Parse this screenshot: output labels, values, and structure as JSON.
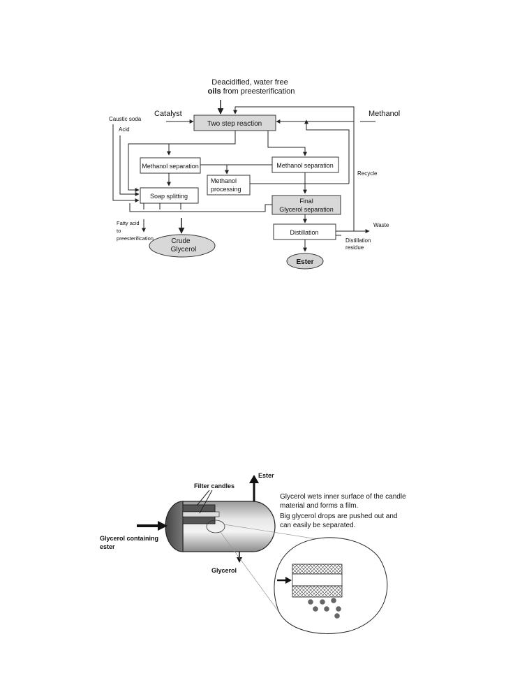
{
  "flow_diagram": {
    "input_line1": "Deacidified, water free",
    "input_bold": "oils",
    "input_rest": "from preesterification",
    "catalyst": "Catalyst",
    "methanol": "Methanol",
    "caustic_soda": "Caustic soda",
    "acid": "Acid",
    "two_step_reaction": "Two step reaction",
    "methanol_separation_left": "Methanol separation",
    "methanol_separation_right": "Methanol separation",
    "methanol_processing_1": "Methanol",
    "methanol_processing_2": "processing",
    "recycle": "Recycle",
    "soap_splitting": "Soap splitting",
    "final_sep_1": "Final",
    "final_sep_2": "Glycerol separation",
    "waste": "Waste",
    "distillation": "Distillation",
    "distillation_residue_1": "Distillation",
    "distillation_residue_2": "residue",
    "fatty_acid_1": "Fatty acid",
    "fatty_acid_2": "to",
    "fatty_acid_3": "preesterification",
    "crude_glycerol_1": "Crude",
    "crude_glycerol_2": "Glycerol",
    "ester": "Ester"
  },
  "filter_diagram": {
    "ester": "Ester",
    "filter_candles": "Filter candles",
    "description_1": "Glycerol wets inner surface of the candle",
    "description_2": "material and forms a film.",
    "description_3": "Big glycerol drops are pushed out and",
    "description_4": "can easily be separated.",
    "input_1": "Glycerol containing",
    "input_2": "ester",
    "glycerol": "Glycerol"
  }
}
